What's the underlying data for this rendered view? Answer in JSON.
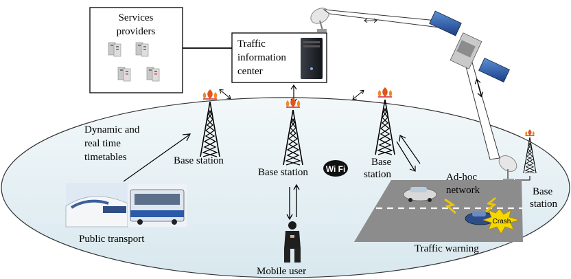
{
  "boxes": {
    "services": "Services providers",
    "tic_line1": "Traffic",
    "tic_line2": "information",
    "tic_line3": "center"
  },
  "labels": {
    "dynamic_line1": "Dynamic and",
    "dynamic_line2": "real time",
    "dynamic_line3": "timetables",
    "bs1": "Base station",
    "bs2": "Base station",
    "bs3_line1": "Base",
    "bs3_line2": "station",
    "bs4_line1": "Base",
    "bs4_line2": "station",
    "adhoc_line1": "Ad-hoc",
    "adhoc_line2": "network",
    "crash": "Crash",
    "public_transport": "Public transport",
    "traffic_warning": "Traffic warning",
    "mobile_user": "Mobile user",
    "wifi": "Wi Fi"
  },
  "colors": {
    "ellipse_fill": "#e2eef3",
    "road": "#8c8c8c",
    "flame": "#e2541a",
    "crash": "#f5d800"
  }
}
